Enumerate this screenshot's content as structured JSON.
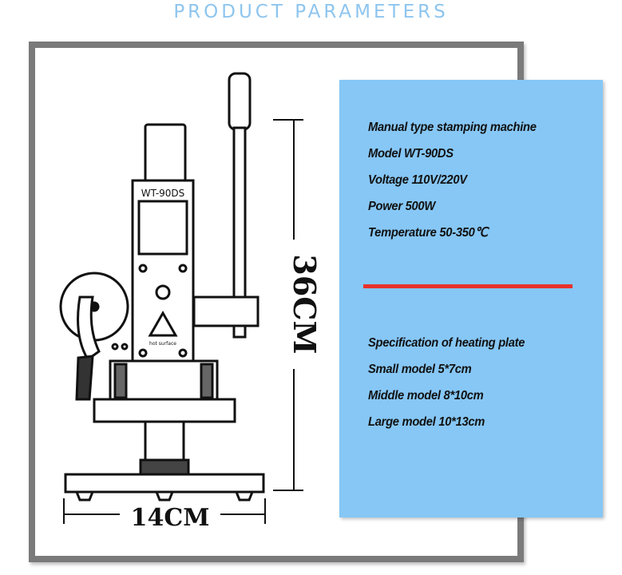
{
  "header": {
    "title": "PRODUCT PARAMETERS"
  },
  "drawing": {
    "model_label": "WT-90DS",
    "hot_surface_label": "hot surface",
    "height_dimension": "36CM",
    "width_dimension": "14CM"
  },
  "specs": [
    "Manual type stamping machine",
    "Model  WT-90DS",
    "Voltage 110V/220V",
    "Power 500W",
    "Temperature 50-350℃"
  ],
  "plates": [
    "Specification of heating plate",
    "Small model  5*7cm",
    "Middle model 8*10cm",
    "Large model 10*13cm"
  ],
  "colors": {
    "title": "#8ec5ee",
    "frame": "#7a7a7a",
    "panel": "#86c7f6",
    "divider": "#e8322c"
  }
}
